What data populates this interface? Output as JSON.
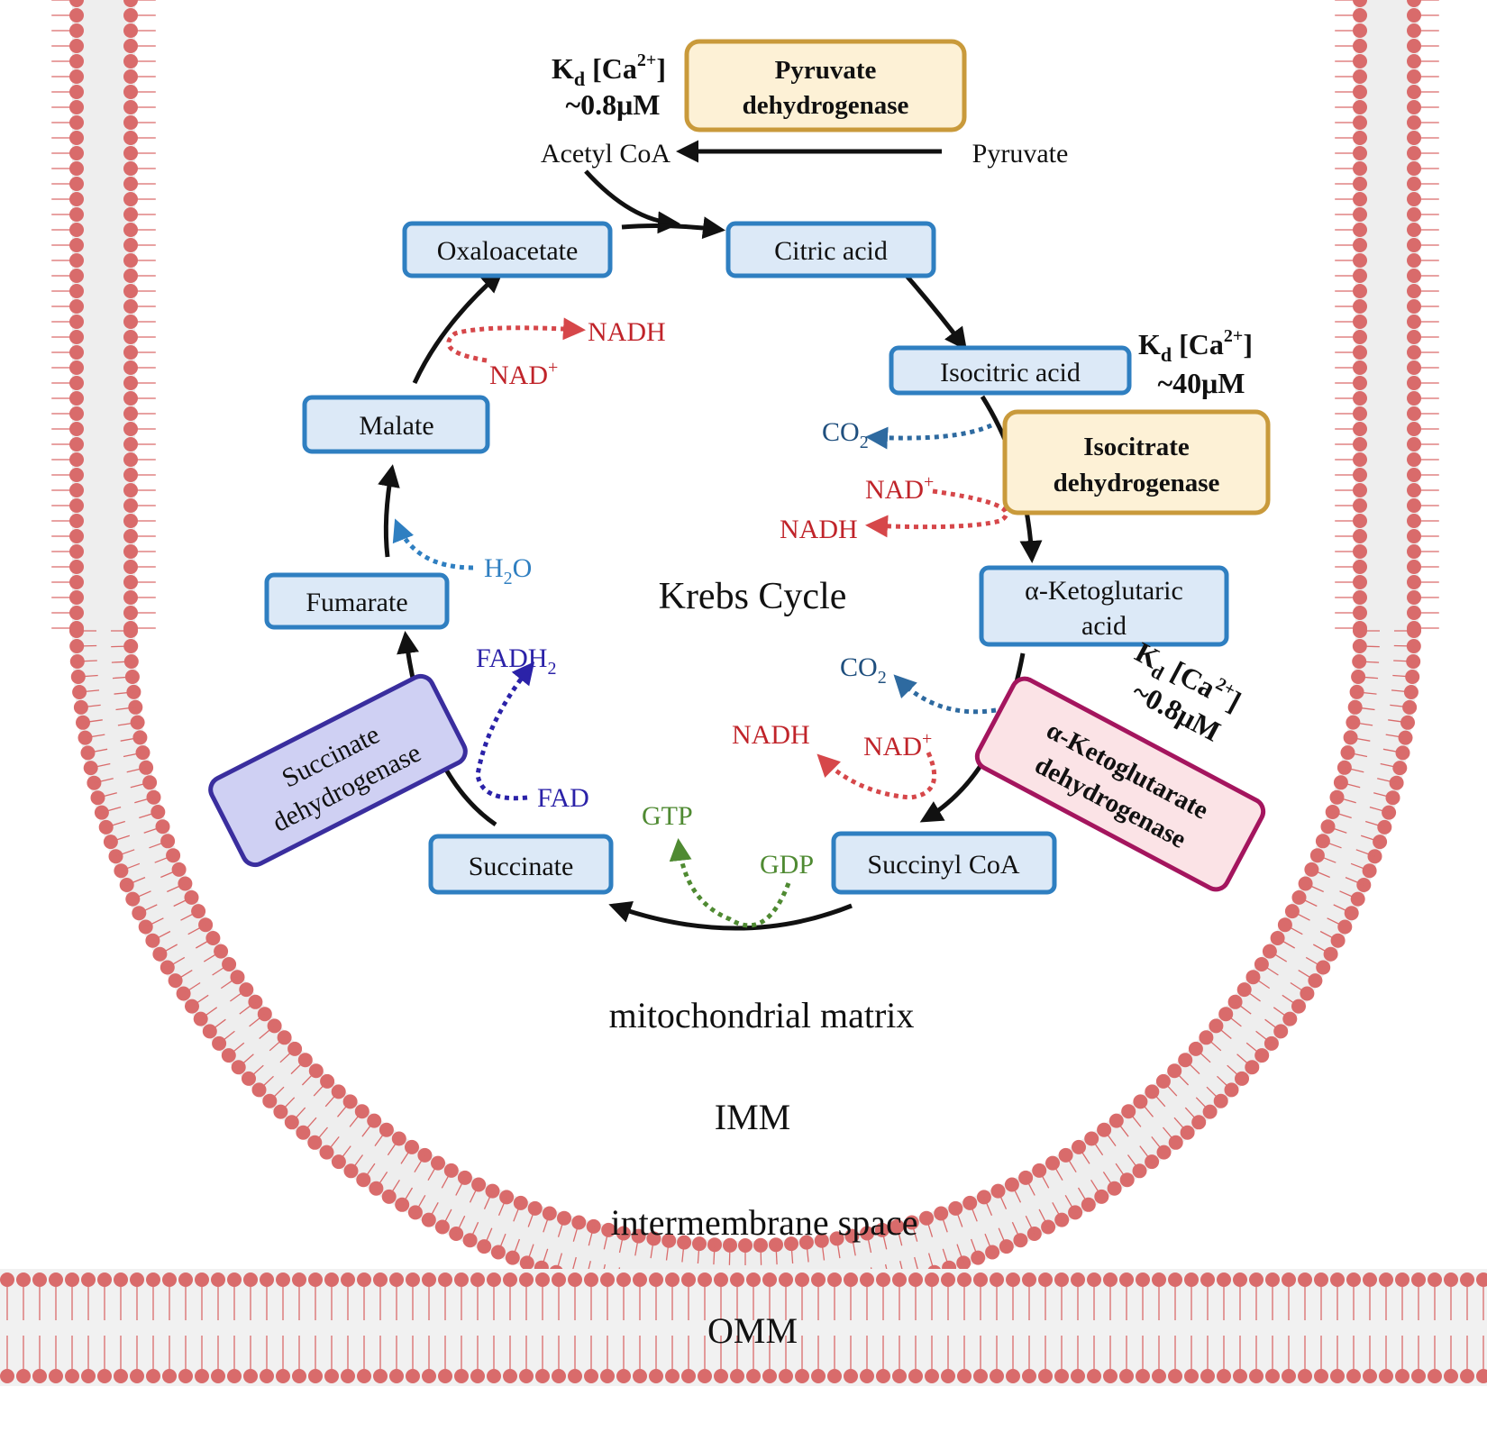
{
  "title": "Krebs Cycle",
  "compartments": {
    "matrix": "mitochondrial matrix",
    "inner_membrane": "IMM",
    "intermembrane": "intermembrane space",
    "outer_membrane": "OMM"
  },
  "metabolites": {
    "acetyl_coa": "Acetyl CoA",
    "pyruvate": "Pyruvate",
    "citric_acid": "Citric acid",
    "isocitric_acid": "Isocitric acid",
    "akg_1": "α-Ketoglutaric",
    "akg_2": "acid",
    "succinyl_coa": "Succinyl CoA",
    "succinate": "Succinate",
    "fumarate": "Fumarate",
    "malate": "Malate",
    "oxaloacetate": "Oxaloacetate"
  },
  "enzymes": {
    "pdh_1": "Pyruvate",
    "pdh_2": "dehydrogenase",
    "idh_1": "Isocitrate",
    "idh_2": "dehydrogenase",
    "akgdh_1": "α-Ketoglutarate",
    "akgdh_2": "dehydrogenase",
    "sdh_1": "Succinate",
    "sdh_2": "dehydrogenase"
  },
  "kd": {
    "prefix": "K",
    "sub": "d",
    "ion_open": "[Ca",
    "ion_sup": "2+",
    "ion_close": "]",
    "pdh_value": "~0.8μM",
    "idh_value": "~40μM",
    "akgdh_value": "~0.8μM"
  },
  "cofactors": {
    "nad_plus": "NAD",
    "plus": "+",
    "nadh": "NADH",
    "co2": "CO",
    "co2_sub": "2",
    "h2o_h": "H",
    "h2o_sub": "2",
    "h2o_o": "O",
    "fadh2": "FADH",
    "fadh2_sub": "2",
    "fad": "FAD",
    "gtp": "GTP",
    "gdp": "GDP"
  },
  "colors": {
    "membrane": "#d96b6b",
    "metabolite_fill": "#dce9f7",
    "metabolite_border": "#2f7fc1",
    "nad_red": "#c0242a",
    "co2_blue": "#1f4f7e",
    "fad_violet": "#2b22a8",
    "gtp_green": "#4f8a32"
  }
}
